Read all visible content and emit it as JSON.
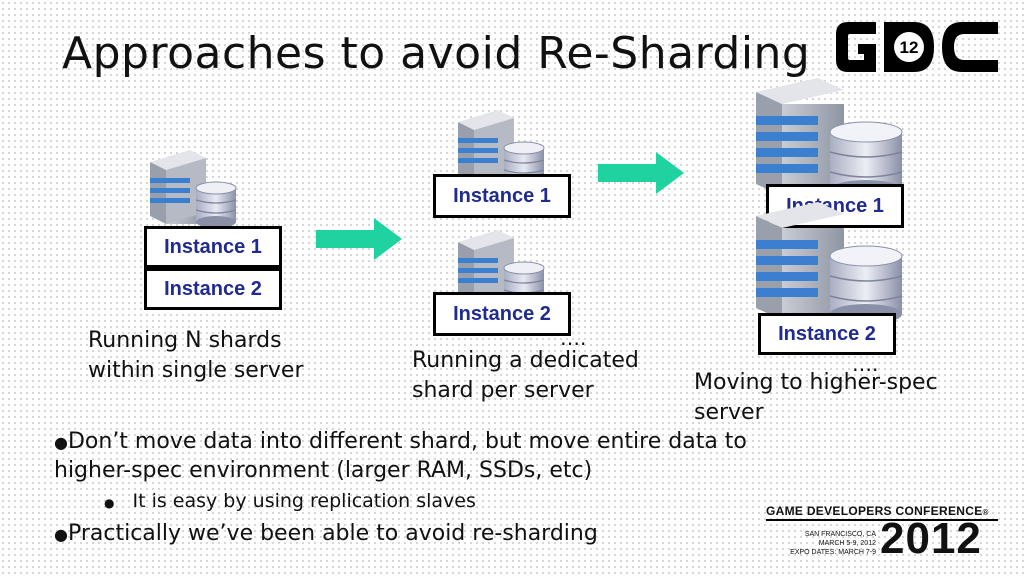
{
  "slide": {
    "title": "Approaches to avoid Re-Sharding"
  },
  "logo": {
    "name": "gdc-12-logo",
    "text": "GDC",
    "badge": "12"
  },
  "diagram": {
    "single_server": {
      "instances": [
        "Instance 1",
        "Instance 2"
      ],
      "caption_lines": [
        "Running N shards",
        "within single server"
      ]
    },
    "dedicated_server": {
      "instances": [
        "Instance 1",
        "Instance 2"
      ],
      "ellipsis": "….",
      "caption_lines": [
        "Running a dedicated",
        "shard per server"
      ]
    },
    "higher_spec": {
      "instances": [
        "Instance 1",
        "Instance 2"
      ],
      "ellipsis": "….",
      "caption_lines": [
        "Moving to higher-spec",
        "server"
      ]
    },
    "colors": {
      "arrow": "#1fd3a0",
      "instance_text": "#1f2b8f",
      "server_blue": "#3a7fd0"
    }
  },
  "bullets": [
    {
      "lines": [
        "Don’t move data into different shard, but move entire data to",
        "higher-spec environment (larger RAM, SSDs, etc)"
      ],
      "sub": [
        "It is easy by using replication slaves"
      ]
    },
    {
      "lines": [
        "Practically we’ve been able to avoid re-sharding"
      ],
      "sub": []
    }
  ],
  "footer_logo": {
    "name": "GAME DEVELOPERS CONFERENCE",
    "trademark": "®",
    "location": "SAN FRANCISCO, CA",
    "dates": "MARCH 5-9, 2012",
    "expo": "EXPO DATES: MARCH 7-9",
    "year": "2012"
  }
}
